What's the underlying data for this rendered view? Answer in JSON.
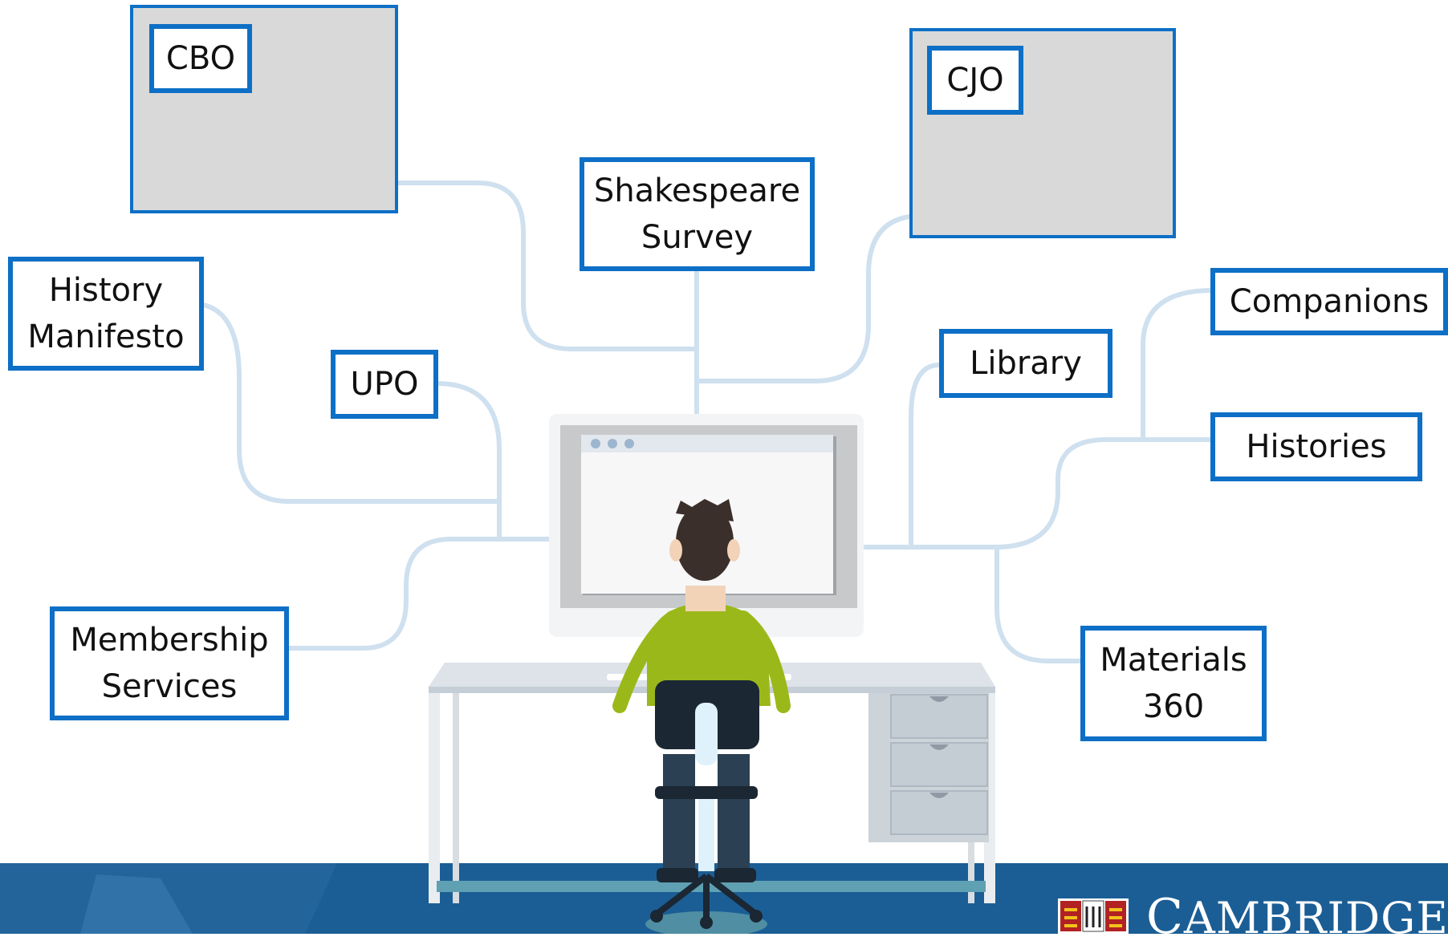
{
  "nodes": {
    "cbo": "CBO",
    "cjo": "CJO",
    "shakespeare_survey": [
      "Shakespeare",
      "Survey"
    ],
    "history_manifesto": [
      "History",
      "Manifesto"
    ],
    "upo": "UPO",
    "library": "Library",
    "companions": "Companions",
    "histories": "Histories",
    "membership_services": [
      "Membership",
      "Services"
    ],
    "materials_360": [
      "Materials",
      "360"
    ]
  },
  "footer": {
    "logo_text": "CAMBRIDGE",
    "logo_text_display": [
      "C",
      "AMBRIDGE"
    ]
  },
  "colors": {
    "node_border": "#0d6fc6",
    "panel_fill": "#d9d9d9",
    "connector": "#cfe0ef",
    "footer_band": "#1b5e95",
    "shirt": "#9bb81a",
    "hair": "#3a2f2a",
    "chair": "#1b2733"
  },
  "icons": {
    "person": "person-at-computer-illustration",
    "desk": "desk-illustration",
    "monitor": "monitor-illustration",
    "crest": "cambridge-crest-icon"
  }
}
